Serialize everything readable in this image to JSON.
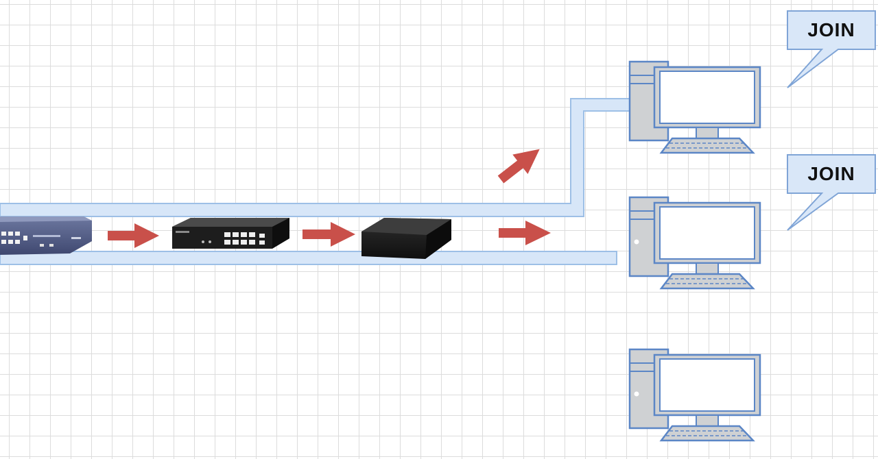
{
  "colors": {
    "background": "#ffffff",
    "grid": "#dcdcdc",
    "cable_fill": "#d7e6f8",
    "cable_stroke": "#9dbfe6",
    "arrow": "#c9504a",
    "pc_fill": "#cfd1d3",
    "pc_stroke": "#5b86c6",
    "callout_fill": "#d9e7f8",
    "callout_stroke": "#7fa4d6",
    "device_dark": "#222222"
  },
  "icons": [
    "router-device",
    "switch-device",
    "wireless-access-point",
    "desktop-pc",
    "right-arrow"
  ],
  "callouts": [
    {
      "label": "JOIN"
    },
    {
      "label": "JOIN"
    }
  ]
}
